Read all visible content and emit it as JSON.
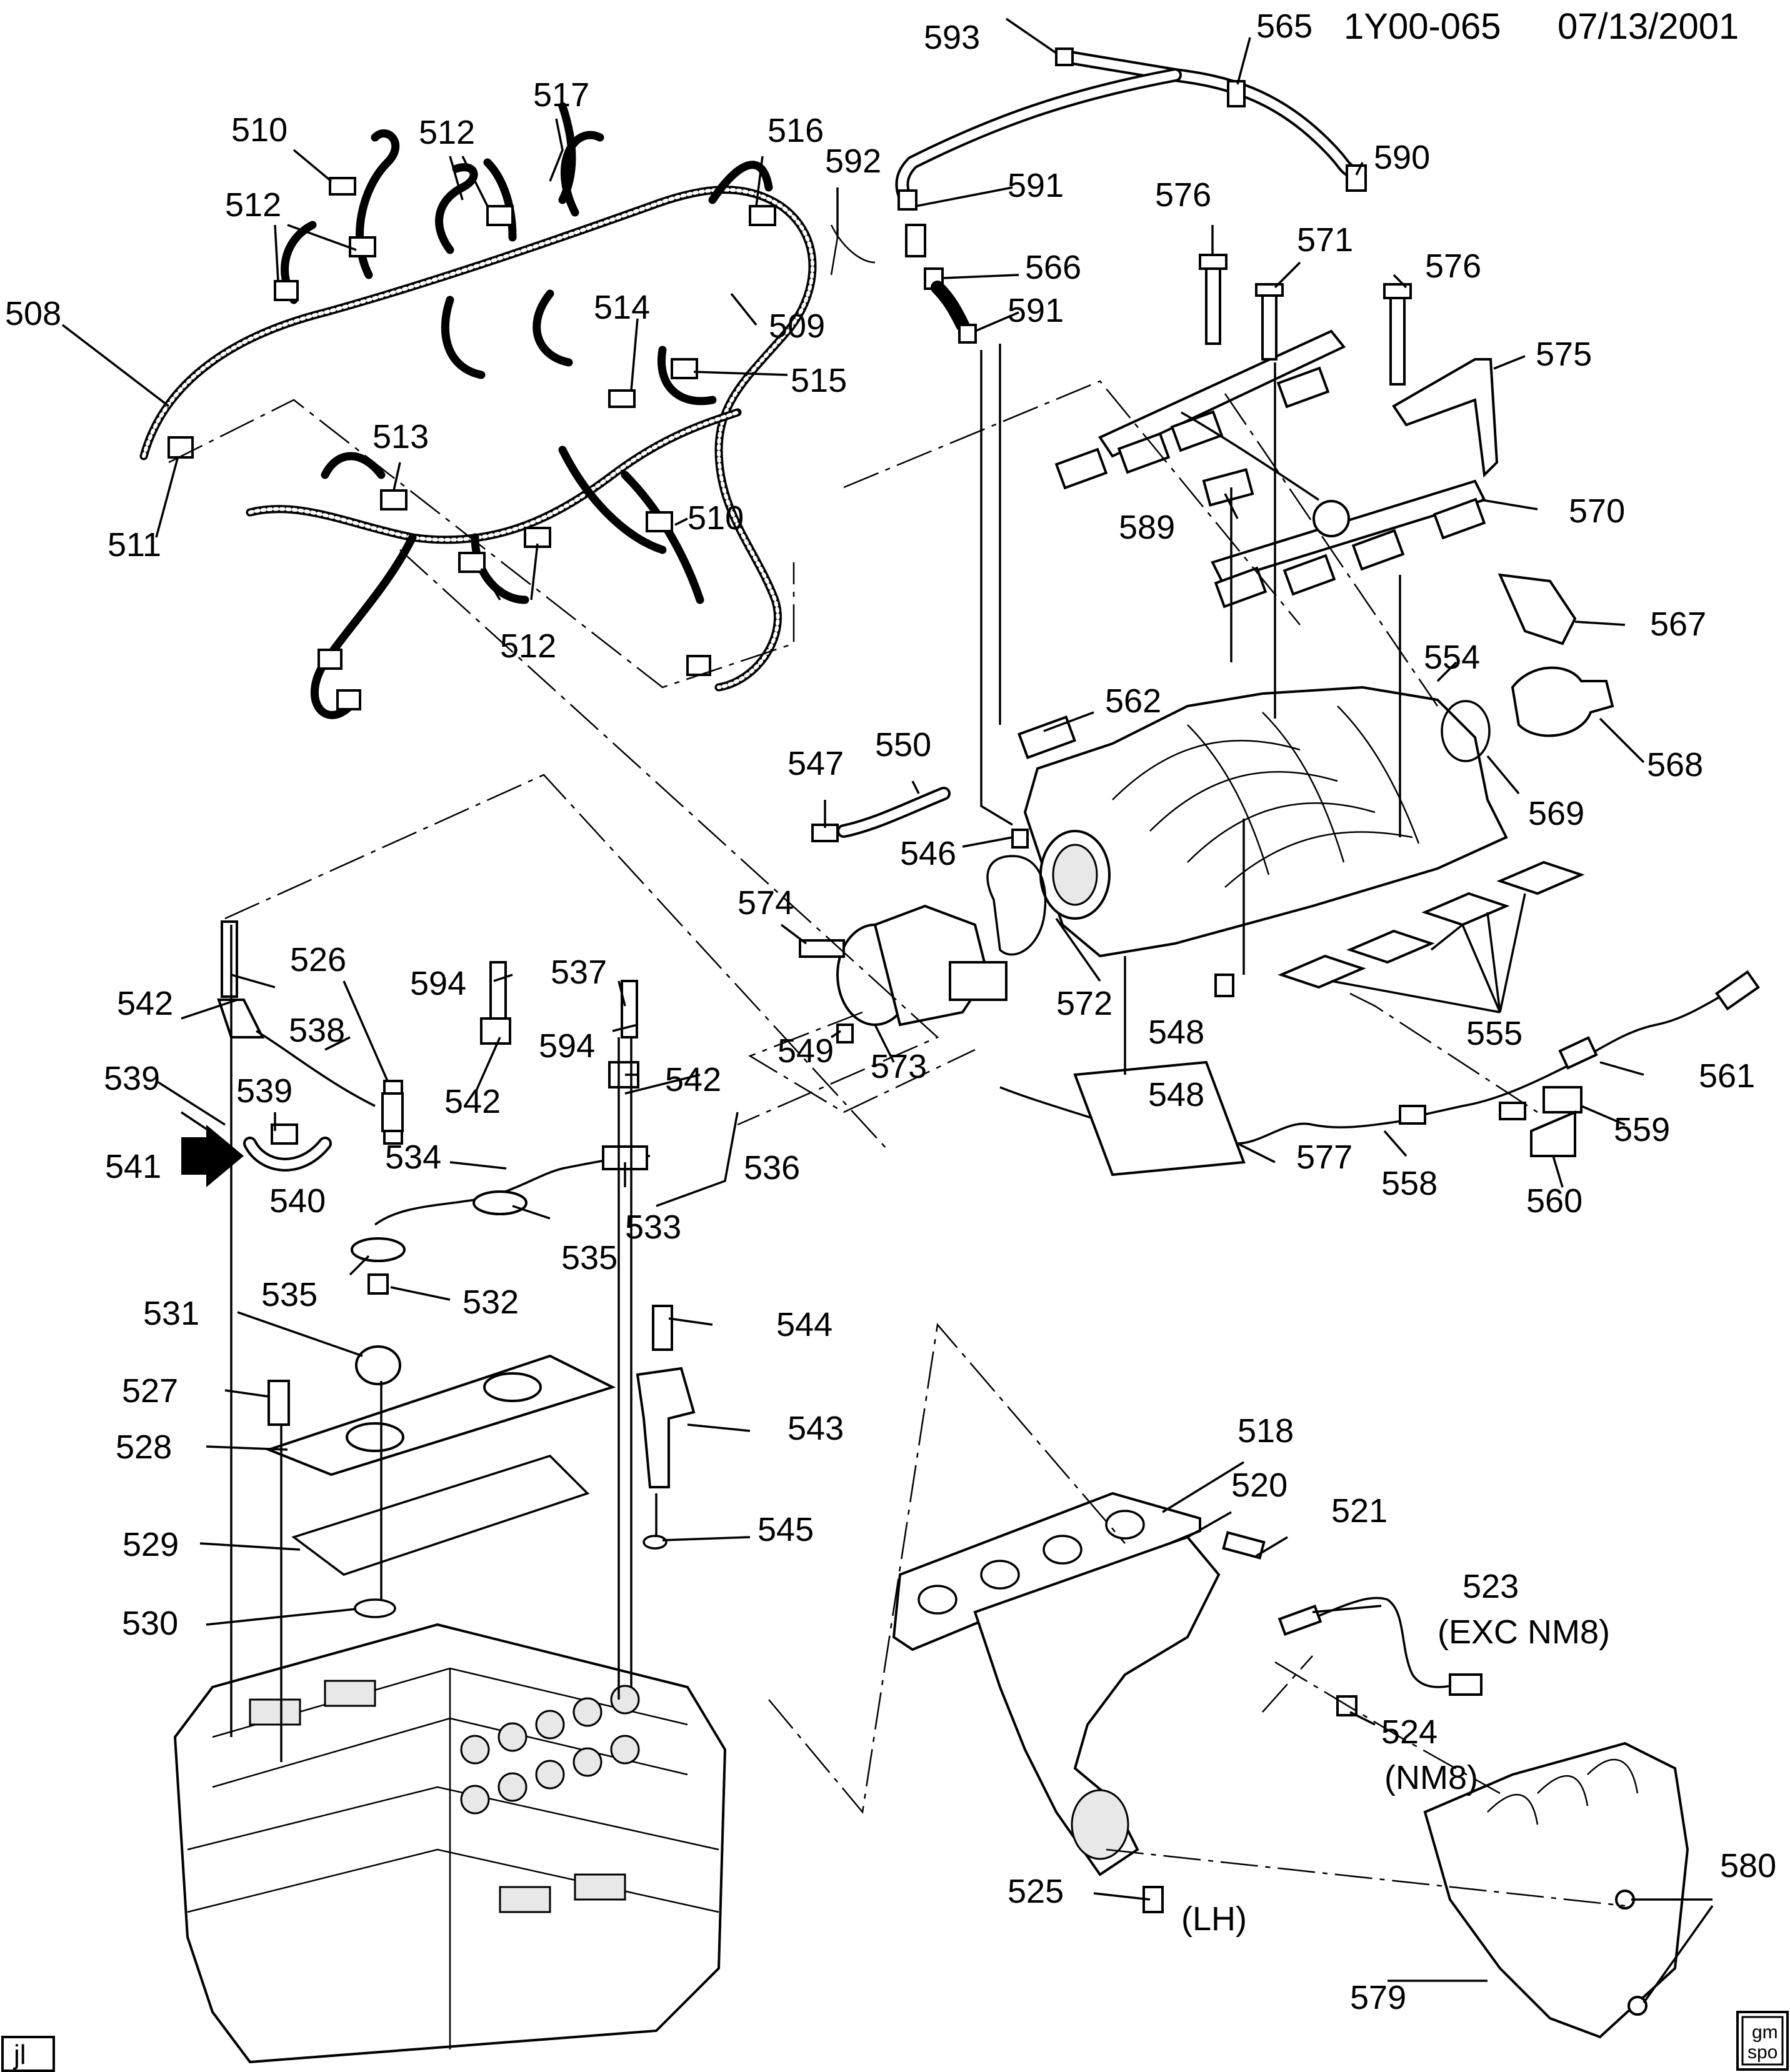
{
  "header": {
    "code": "1Y00-065",
    "date": "07/13/2001"
  },
  "corner_badges": {
    "bottom_left": "jl",
    "logo_top": "gm",
    "logo_bottom": "spo"
  },
  "callouts": {
    "c508": "508",
    "c509": "509",
    "c510a": "510",
    "c510b": "510",
    "c511": "511",
    "c512a": "512",
    "c512b": "512",
    "c512c": "512",
    "c513": "513",
    "c514": "514",
    "c515": "515",
    "c516": "516",
    "c517": "517",
    "c518": "518",
    "c520": "520",
    "c521": "521",
    "c523": "523",
    "c523note": "(EXC NM8)",
    "c524": "524",
    "c524note": "(NM8)",
    "c525": "525",
    "c526": "526",
    "c527": "527",
    "c528": "528",
    "c529": "529",
    "c530": "530",
    "c531": "531",
    "c532": "532",
    "c533": "533",
    "c534": "534",
    "c535a": "535",
    "c535b": "535",
    "c536": "536",
    "c537": "537",
    "c538": "538",
    "c539a": "539",
    "c539b": "539",
    "c540": "540",
    "c541": "541",
    "c542a": "542",
    "c542b": "542",
    "c542c": "542",
    "c543": "543",
    "c544": "544",
    "c545": "545",
    "c546": "546",
    "c547": "547",
    "c548a": "548",
    "c548b": "548",
    "c549": "549",
    "c550": "550",
    "c554": "554",
    "c555": "555",
    "c558": "558",
    "c559": "559",
    "c560": "560",
    "c561": "561",
    "c562": "562",
    "c565": "565",
    "c566": "566",
    "c567": "567",
    "c568": "568",
    "c569": "569",
    "c570": "570",
    "c571": "571",
    "c572": "572",
    "c573": "573",
    "c574": "574",
    "c575": "575",
    "c576a": "576",
    "c576b": "576",
    "c577": "577",
    "c579": "579",
    "c580": "580",
    "c589": "589",
    "c590": "590",
    "c591a": "591",
    "c591b": "591",
    "c592": "592",
    "c593": "593",
    "c594a": "594",
    "c594b": "594",
    "side_note": "(LH)"
  }
}
